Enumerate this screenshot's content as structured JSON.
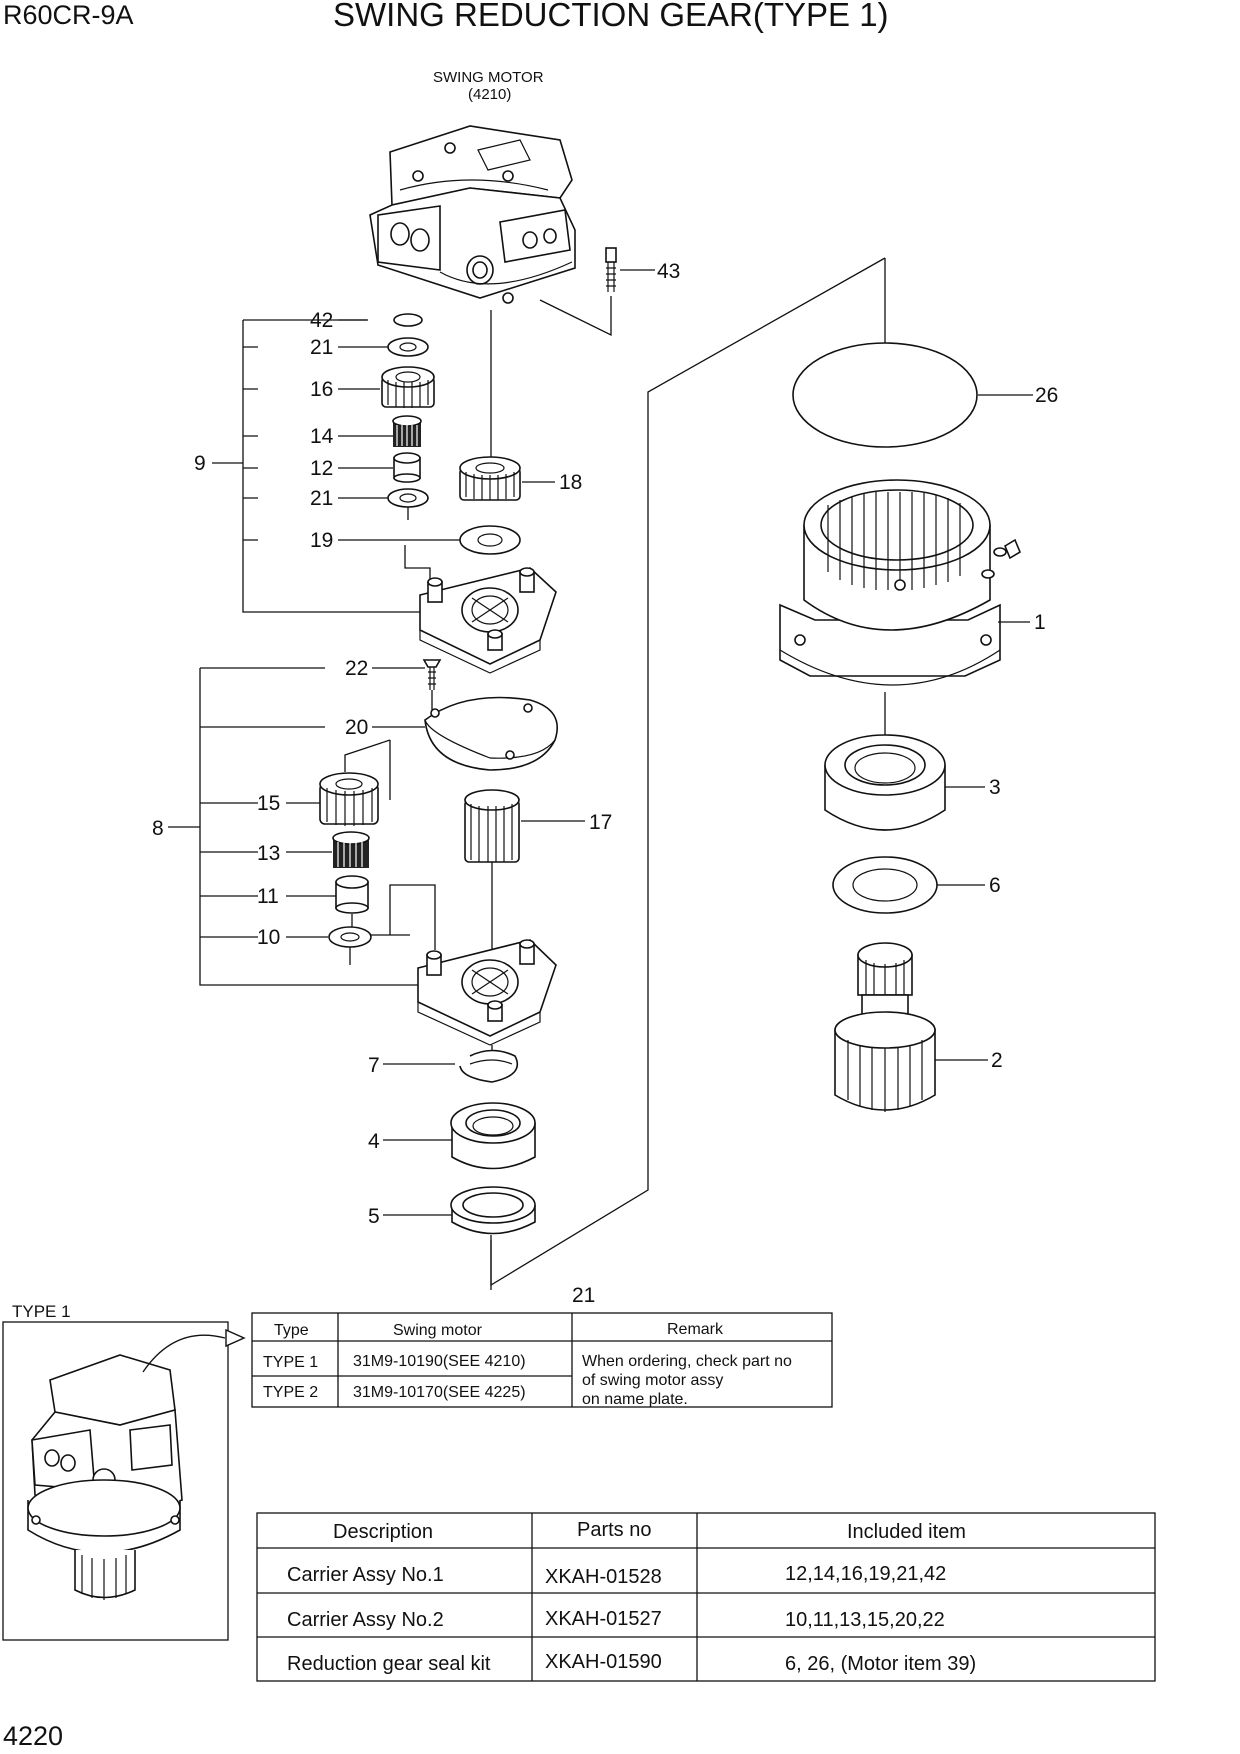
{
  "header": {
    "model": "R60CR-9A",
    "title": "SWING REDUCTION GEAR(TYPE 1)",
    "page_number": "4220"
  },
  "motor_label": {
    "line1": "SWING MOTOR",
    "line2": "(4210)"
  },
  "callouts": {
    "c43": "43",
    "c42": "42",
    "c21a": "21",
    "c16": "16",
    "c14": "14",
    "c9": "9",
    "c12": "12",
    "c21b": "21",
    "c19": "19",
    "c18": "18",
    "c26": "26",
    "c1": "1",
    "c22": "22",
    "c20": "20",
    "c15": "15",
    "c17": "17",
    "c8": "8",
    "c13": "13",
    "c11": "11",
    "c10": "10",
    "c3": "3",
    "c6": "6",
    "c2": "2",
    "c7": "7",
    "c4": "4",
    "c5": "5",
    "c21c": "21"
  },
  "type_inset": {
    "label": "TYPE 1"
  },
  "type_table": {
    "headers": [
      "Type",
      "Swing motor",
      "Remark"
    ],
    "rows": [
      {
        "type": "TYPE 1",
        "motor": "31M9-10190(SEE 4210)"
      },
      {
        "type": "TYPE 2",
        "motor": "31M9-10170(SEE 4225)"
      }
    ],
    "remark": [
      "When ordering, check part no",
      "of swing motor assy",
      "on name plate."
    ]
  },
  "kit_table": {
    "headers": [
      "Description",
      "Parts no",
      "Included item"
    ],
    "rows": [
      {
        "description": "Carrier Assy No.1",
        "parts_no": "XKAH-01528",
        "included": "12,14,16,19,21,42"
      },
      {
        "description": "Carrier Assy No.2",
        "parts_no": "XKAH-01527",
        "included": "10,11,13,15,20,22"
      },
      {
        "description": "Reduction gear seal kit",
        "parts_no": "XKAH-01590",
        "included": "6, 26, (Motor item 39)"
      }
    ]
  }
}
